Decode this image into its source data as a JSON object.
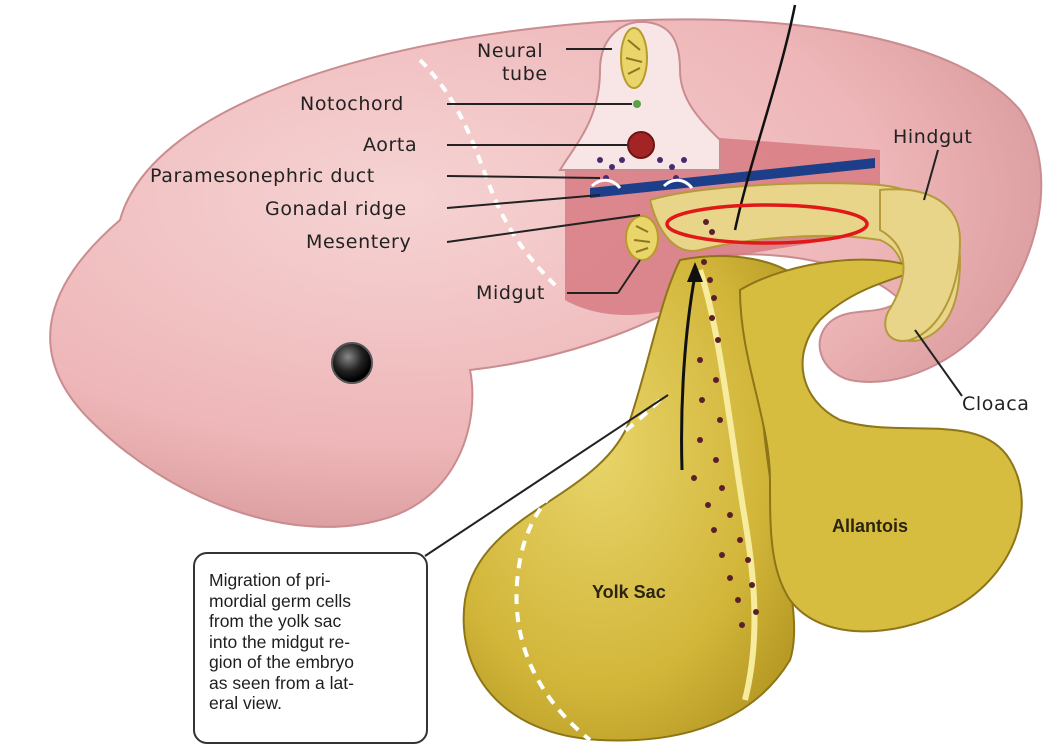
{
  "labels": {
    "neural_tube_1": "Neural",
    "neural_tube_2": "tube",
    "notochord": "Notochord",
    "aorta": "Aorta",
    "paramesonephric_duct": "Paramesonephric duct",
    "gonadal_ridge": "Gonadal ridge",
    "mesentery": "Mesentery",
    "midgut": "Midgut",
    "hindgut": "Hindgut",
    "cloaca": "Cloaca",
    "allantois": "Allantois",
    "yolk_sac": "Yolk Sac"
  },
  "callout": {
    "lines": [
      "Migration of pri-",
      "mordial germ cells",
      "from the yolk sac",
      "into the midgut re-",
      "gion of the embryo",
      "as seen from a lat-",
      "eral view."
    ]
  },
  "colors": {
    "embryo_body": "#f2c1c3",
    "yolk": "#d9c04a",
    "gut_tube": "#e8d589",
    "aorta": "#a32424",
    "highlight_ellipse": "#e01818",
    "duct_blue": "#1d3f8a"
  }
}
